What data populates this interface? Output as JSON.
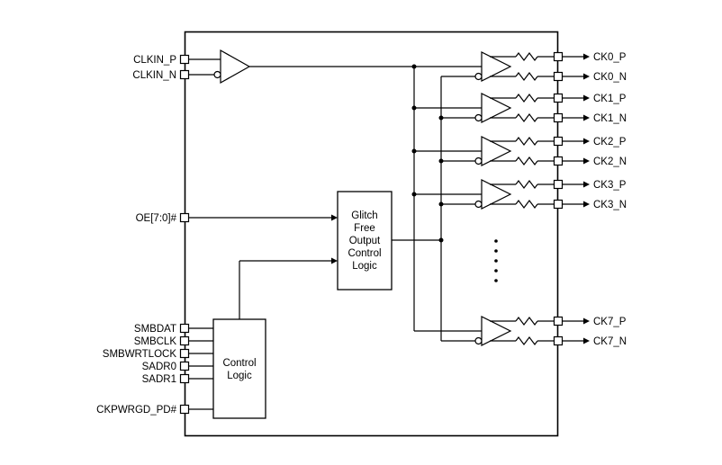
{
  "diagram": {
    "left_pins": {
      "clkin_p": "CLKIN_P",
      "clkin_n": "CLKIN_N",
      "oe": "OE[7:0]#",
      "smbdat": "SMBDAT",
      "smbclk": "SMBCLK",
      "smbwrtlock": "SMBWRTLOCK",
      "sadr0": "SADR0",
      "sadr1": "SADR1",
      "ckpwrgd": "CKPWRGD_PD#"
    },
    "blocks": {
      "glitch_lines": [
        "Glitch",
        "Free",
        "Output",
        "Control",
        "Logic"
      ],
      "control_lines": [
        "Control",
        "Logic"
      ]
    },
    "channels": [
      {
        "p": "CK0_P",
        "n": "CK0_N"
      },
      {
        "p": "CK1_P",
        "n": "CK1_N"
      },
      {
        "p": "CK2_P",
        "n": "CK2_N"
      },
      {
        "p": "CK3_P",
        "n": "CK3_N"
      },
      {
        "p": "CK7_P",
        "n": "CK7_N"
      }
    ],
    "colors": {
      "line": "#000000",
      "background": "#ffffff"
    }
  }
}
